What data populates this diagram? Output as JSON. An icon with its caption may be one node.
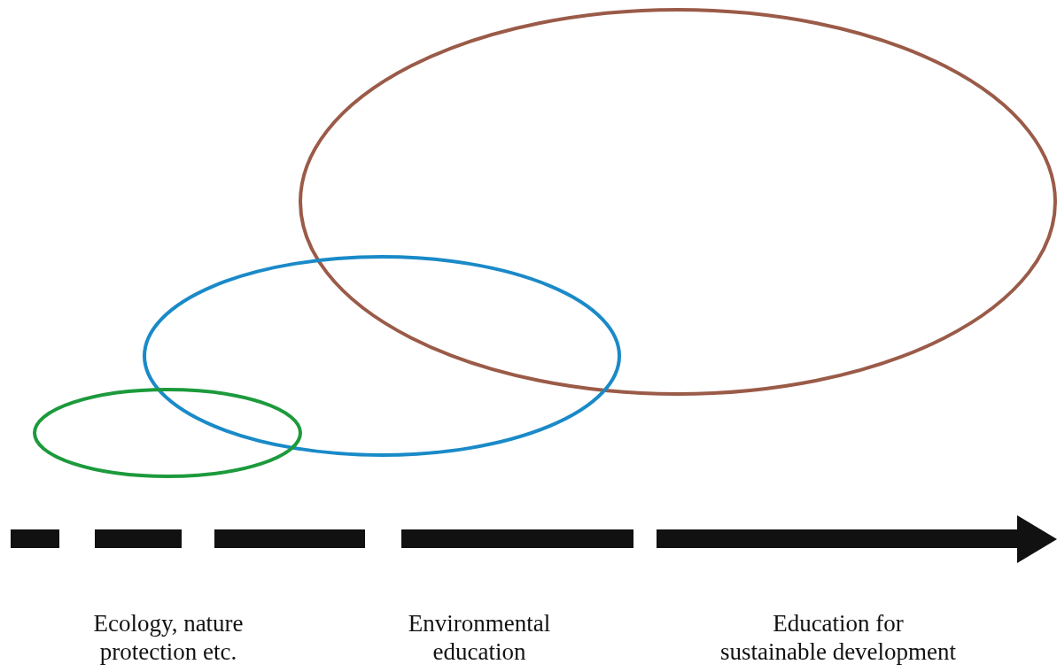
{
  "diagram": {
    "nodes": [
      {
        "text": [],
        "shape": "ellipse"
      },
      {
        "text": [],
        "shape": "ellipse"
      },
      {
        "text": [],
        "shape": "ellipse"
      }
    ],
    "edges": [],
    "labels": [
      "Ecology, nature protection etc.",
      "Environmental education",
      "Education for sustainable development"
    ]
  }
}
